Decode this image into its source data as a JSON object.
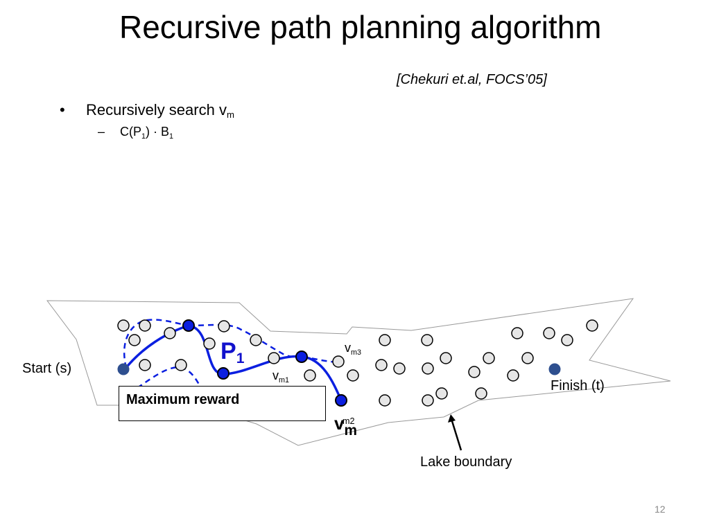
{
  "slide": {
    "title": "Recursive path planning algorithm",
    "citation": "[Chekuri et.al, FOCS’05]",
    "bullet": {
      "marker": "•",
      "text": "Recursively search v",
      "sub": "m"
    },
    "sub_bullet": {
      "marker": "–",
      "text_a": "C(P",
      "sub_a": "1",
      "text_b": ") · B",
      "sub_b": "1"
    },
    "page_number": "12"
  },
  "diagram": {
    "start_label": "Start (s)",
    "finish_label": "Finish (t)",
    "lake_label": "Lake boundary",
    "box_label": "Maximum reward",
    "path_label": {
      "text": "P",
      "sub": "1"
    },
    "vm1_label": {
      "text": "v",
      "sub": "m1"
    },
    "vm2_label": {
      "text": "v",
      "sub": "m2"
    },
    "vm3_label": {
      "text": "v",
      "sub": "m3"
    },
    "vm_label": {
      "text": "v",
      "sub": "m"
    },
    "colors": {
      "path": "#0b1fe0",
      "selected_node": "#0b1fe0",
      "endpoint": "#2e4f8f",
      "node_fill": "#e6e6e6",
      "boundary": "#999999"
    }
  }
}
